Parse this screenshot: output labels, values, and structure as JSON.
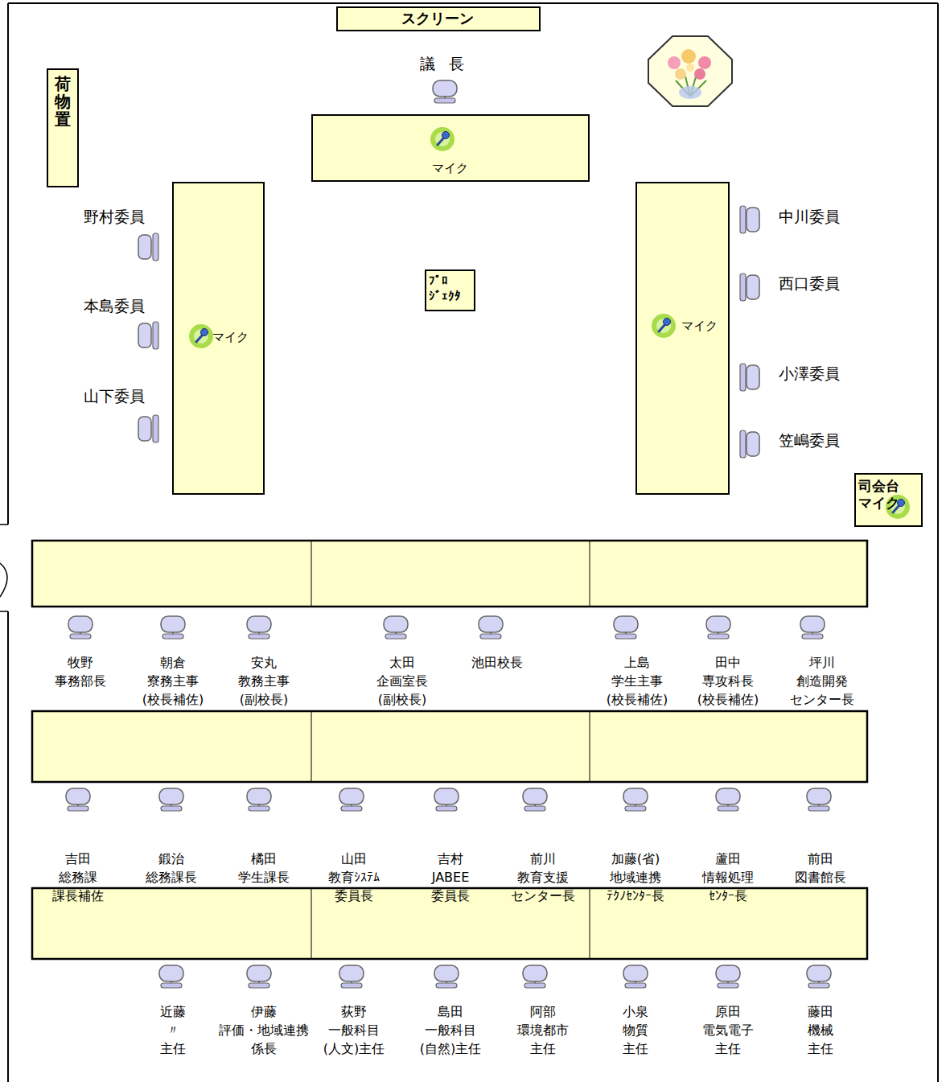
{
  "diagram": {
    "nodes": [
      {
        "text": [
          "スクリーン"
        ]
      },
      {
        "text": [
          "荷物置"
        ]
      },
      {
        "text": [
          "マイク"
        ]
      },
      {
        "text": [
          "マイク"
        ]
      },
      {
        "text": [
          "ﾌﾟﾛ ｼﾞｪｸﾀ"
        ]
      },
      {
        "text": [
          "マイク"
        ]
      },
      {
        "text": [
          "司会台 マイク"
        ]
      }
    ],
    "labels": [
      "議長",
      "野村委員",
      "本島委員",
      "山下委員",
      "中川委員",
      "西口委員",
      "小澤委員",
      "笠嶋委員",
      "牧野 事務部長",
      "朝倉 寮務主事 (校長補佐)",
      "安丸 教務主事 (副校長)",
      "太田 企画室長 (副校長)",
      "池田校長",
      "上島 学生主事 (校長補佐)",
      "田中 専攻科長 (校長補佐)",
      "坪川 創造開発 センター長",
      "吉田 総務課 課長補佐",
      "鍛治 総務課長",
      "橘田 学生課長",
      "山田 教育ｼｽﾃﾑ 委員長",
      "吉村 JABEE 委員長",
      "前川 教育支援 センター長",
      "加藤(省) 地域連携 ﾃｸﾉｾﾝﾀｰ長",
      "蘆田 情報処理 ｾﾝﾀｰ長",
      "前田 図書館長",
      "近藤 〃 主任",
      "伊藤 評価・地域連携 係長",
      "荻野 一般科目 (人文)主任",
      "島田 一般科目 (自然)主任",
      "阿部 環境都市 主任",
      "小泉 物質 主任",
      "原田 電気電子 主任",
      "藤田 機械 主任"
    ]
  }
}
